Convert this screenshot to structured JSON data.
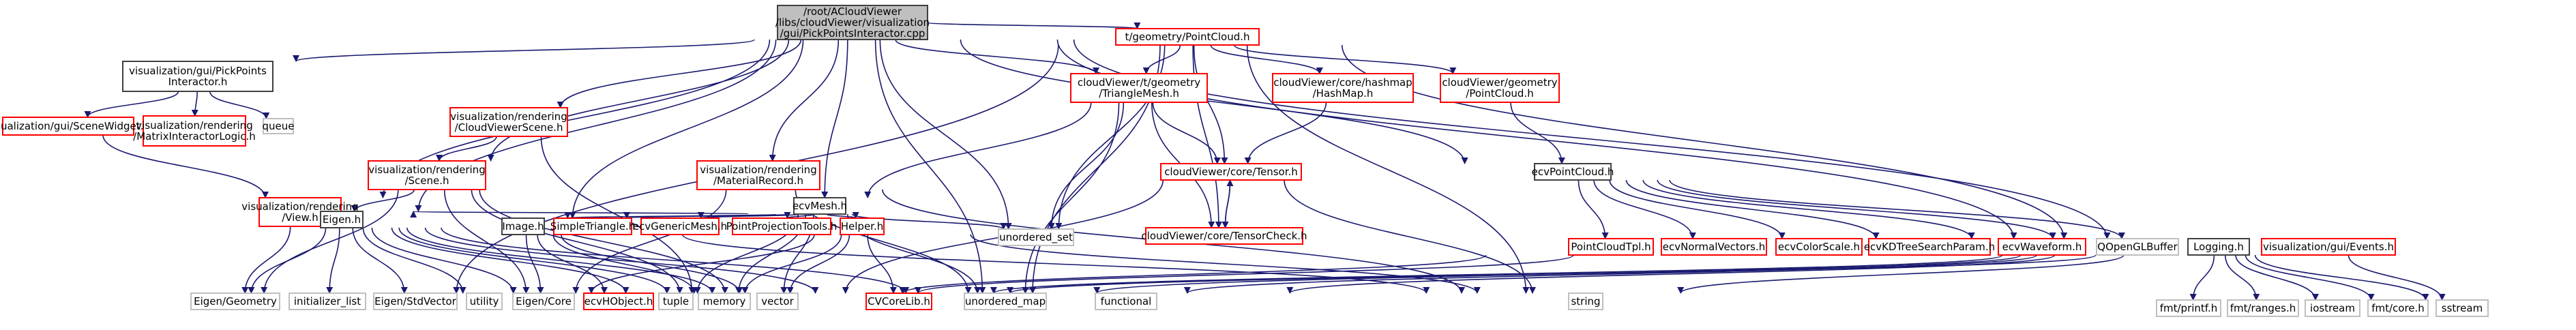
{
  "graph": {
    "type": "include-dependency-graph",
    "edge_color": "#191970",
    "legend_colors": {
      "root_fill": "#bfbfbf",
      "documented_border": "#404040",
      "truncated_border": "#ff0000",
      "external_border": "#bfbfbf"
    },
    "nodes": [
      {
        "id": "root",
        "kind": "root",
        "lines": [
          "/root/ACloudViewer",
          "/libs/cloudViewer/visualization",
          "/gui/PickPointsInteractor.cpp"
        ]
      },
      {
        "id": "pickpoints_h",
        "kind": "black",
        "lines": [
          "visualization/gui/PickPoints",
          "Interactor.h"
        ]
      },
      {
        "id": "scenewidget",
        "kind": "red",
        "lines": [
          "visualization/gui/SceneWidget.h"
        ]
      },
      {
        "id": "matrixinteractor",
        "kind": "red",
        "lines": [
          "visualization/rendering",
          "/MatrixInteractorLogic.h"
        ]
      },
      {
        "id": "queue",
        "kind": "gray",
        "lines": [
          "queue"
        ]
      },
      {
        "id": "view",
        "kind": "red",
        "lines": [
          "visualization/rendering",
          "/View.h"
        ]
      },
      {
        "id": "cvscene",
        "kind": "red",
        "lines": [
          "visualization/rendering",
          "/CloudViewerScene.h"
        ]
      },
      {
        "id": "scene",
        "kind": "red",
        "lines": [
          "visualization/rendering",
          "/Scene.h"
        ]
      },
      {
        "id": "eigen",
        "kind": "black",
        "lines": [
          "Eigen.h"
        ]
      },
      {
        "id": "material",
        "kind": "red",
        "lines": [
          "visualization/rendering",
          "/MaterialRecord.h"
        ]
      },
      {
        "id": "image",
        "kind": "black",
        "lines": [
          "Image.h"
        ]
      },
      {
        "id": "ecvmesh",
        "kind": "black",
        "lines": [
          "ecvMesh.h"
        ]
      },
      {
        "id": "simpletri",
        "kind": "red",
        "lines": [
          "SimpleTriangle.h"
        ]
      },
      {
        "id": "genericmesh",
        "kind": "red",
        "lines": [
          "ecvGenericMesh.h"
        ]
      },
      {
        "id": "pptools",
        "kind": "red",
        "lines": [
          "PointProjectionTools.h"
        ]
      },
      {
        "id": "helper",
        "kind": "red",
        "lines": [
          "Helper.h"
        ]
      },
      {
        "id": "tpointcloud",
        "kind": "red",
        "lines": [
          "t/geometry/PointCloud.h"
        ]
      },
      {
        "id": "trianglemesh",
        "kind": "red",
        "lines": [
          "cloudViewer/t/geometry",
          "/TriangleMesh.h"
        ]
      },
      {
        "id": "hashmap",
        "kind": "red",
        "lines": [
          "cloudViewer/core/hashmap",
          "/HashMap.h"
        ]
      },
      {
        "id": "geompc",
        "kind": "red",
        "lines": [
          "cloudViewer/geometry",
          "/PointCloud.h"
        ]
      },
      {
        "id": "tensor",
        "kind": "red",
        "lines": [
          "cloudViewer/core/Tensor.h"
        ]
      },
      {
        "id": "tensorcheck",
        "kind": "red",
        "lines": [
          "cloudViewer/core/TensorCheck.h"
        ]
      },
      {
        "id": "ecvpc",
        "kind": "black",
        "lines": [
          "ecvPointCloud.h"
        ]
      },
      {
        "id": "pctpl",
        "kind": "red",
        "lines": [
          "PointCloudTpl.h"
        ]
      },
      {
        "id": "normals",
        "kind": "red",
        "lines": [
          "ecvNormalVectors.h"
        ]
      },
      {
        "id": "colorscale",
        "kind": "red",
        "lines": [
          "ecvColorScale.h"
        ]
      },
      {
        "id": "kdparam",
        "kind": "red",
        "lines": [
          "ecvKDTreeSearchParam.h"
        ]
      },
      {
        "id": "waveform",
        "kind": "red",
        "lines": [
          "ecvWaveform.h"
        ]
      },
      {
        "id": "qglbuffer",
        "kind": "gray",
        "lines": [
          "QOpenGLBuffer"
        ]
      },
      {
        "id": "logging",
        "kind": "black",
        "lines": [
          "Logging.h"
        ]
      },
      {
        "id": "events",
        "kind": "red",
        "lines": [
          "visualization/gui/Events.h"
        ]
      },
      {
        "id": "unordered_set",
        "kind": "gray",
        "lines": [
          "unordered_set"
        ]
      },
      {
        "id": "eigen_geometry",
        "kind": "gray",
        "lines": [
          "Eigen/Geometry"
        ]
      },
      {
        "id": "initializer_list",
        "kind": "gray",
        "lines": [
          "initializer_list"
        ]
      },
      {
        "id": "eigen_stdvector",
        "kind": "gray",
        "lines": [
          "Eigen/StdVector"
        ]
      },
      {
        "id": "utility",
        "kind": "gray",
        "lines": [
          "utility"
        ]
      },
      {
        "id": "eigen_core",
        "kind": "gray",
        "lines": [
          "Eigen/Core"
        ]
      },
      {
        "id": "ecvhobject",
        "kind": "red",
        "lines": [
          "ecvHObject.h"
        ]
      },
      {
        "id": "tuple",
        "kind": "gray",
        "lines": [
          "tuple"
        ]
      },
      {
        "id": "memory",
        "kind": "gray",
        "lines": [
          "memory"
        ]
      },
      {
        "id": "vector",
        "kind": "gray",
        "lines": [
          "vector"
        ]
      },
      {
        "id": "cvcorelib",
        "kind": "red",
        "lines": [
          "CVCoreLib.h"
        ]
      },
      {
        "id": "unordered_map",
        "kind": "gray",
        "lines": [
          "unordered_map"
        ]
      },
      {
        "id": "functional",
        "kind": "gray",
        "lines": [
          "functional"
        ]
      },
      {
        "id": "string",
        "kind": "gray",
        "lines": [
          "string"
        ]
      },
      {
        "id": "fmt_printf",
        "kind": "gray",
        "lines": [
          "fmt/printf.h"
        ]
      },
      {
        "id": "fmt_ranges",
        "kind": "gray",
        "lines": [
          "fmt/ranges.h"
        ]
      },
      {
        "id": "iostream",
        "kind": "gray",
        "lines": [
          "iostream"
        ]
      },
      {
        "id": "fmt_core",
        "kind": "gray",
        "lines": [
          "fmt/core.h"
        ]
      },
      {
        "id": "sstream",
        "kind": "gray",
        "lines": [
          "sstream"
        ]
      }
    ],
    "edges": [
      [
        "root",
        "pickpoints_h"
      ],
      [
        "root",
        "view"
      ],
      [
        "root",
        "cvscene"
      ],
      [
        "root",
        "scene"
      ],
      [
        "root",
        "eigen"
      ],
      [
        "root",
        "material"
      ],
      [
        "root",
        "image"
      ],
      [
        "root",
        "ecvmesh"
      ],
      [
        "root",
        "tpointcloud"
      ],
      [
        "root",
        "trianglemesh"
      ],
      [
        "root",
        "unordered_set"
      ],
      [
        "root",
        "unordered_map"
      ],
      [
        "root",
        "ecvpc"
      ],
      [
        "root",
        "logging"
      ],
      [
        "root",
        "events"
      ],
      [
        "pickpoints_h",
        "scenewidget"
      ],
      [
        "pickpoints_h",
        "matrixinteractor"
      ],
      [
        "pickpoints_h",
        "queue"
      ],
      [
        "scenewidget",
        "view"
      ],
      [
        "view",
        "eigen_geometry"
      ],
      [
        "view",
        "eigen"
      ],
      [
        "cvscene",
        "scene"
      ],
      [
        "cvscene",
        "memory"
      ],
      [
        "scene",
        "eigen"
      ],
      [
        "scene",
        "eigen_geometry"
      ],
      [
        "scene",
        "memory"
      ],
      [
        "scene",
        "vector"
      ],
      [
        "scene",
        "eigen_core"
      ],
      [
        "eigen",
        "eigen_geometry"
      ],
      [
        "eigen",
        "initializer_list"
      ],
      [
        "eigen",
        "eigen_stdvector"
      ],
      [
        "eigen",
        "utility"
      ],
      [
        "eigen",
        "eigen_core"
      ],
      [
        "eigen",
        "tuple"
      ],
      [
        "eigen",
        "memory"
      ],
      [
        "eigen",
        "vector"
      ],
      [
        "eigen",
        "unordered_map"
      ],
      [
        "eigen",
        "cvcorelib"
      ],
      [
        "material",
        "eigen_core"
      ],
      [
        "material",
        "string"
      ],
      [
        "material",
        "unordered_map"
      ],
      [
        "image",
        "eigen_core"
      ],
      [
        "image",
        "ecvhobject"
      ],
      [
        "image",
        "memory"
      ],
      [
        "image",
        "vector"
      ],
      [
        "image",
        "string"
      ],
      [
        "ecvmesh",
        "image"
      ],
      [
        "ecvmesh",
        "simpletri"
      ],
      [
        "ecvmesh",
        "genericmesh"
      ],
      [
        "ecvmesh",
        "pptools"
      ],
      [
        "ecvmesh",
        "helper"
      ],
      [
        "ecvmesh",
        "unordered_set"
      ],
      [
        "ecvmesh",
        "unordered_map"
      ],
      [
        "ecvmesh",
        "memory"
      ],
      [
        "ecvmesh",
        "vector"
      ],
      [
        "ecvmesh",
        "eigen"
      ],
      [
        "ecvmesh",
        "tuple"
      ],
      [
        "helper",
        "cvcorelib"
      ],
      [
        "helper",
        "memory"
      ],
      [
        "helper",
        "vector"
      ],
      [
        "helper",
        "string"
      ],
      [
        "helper",
        "eigen_core"
      ],
      [
        "tpointcloud",
        "trianglemesh"
      ],
      [
        "tpointcloud",
        "hashmap"
      ],
      [
        "tpointcloud",
        "geompc"
      ],
      [
        "tpointcloud",
        "tensor"
      ],
      [
        "tpointcloud",
        "tensorcheck"
      ],
      [
        "tpointcloud",
        "unordered_set"
      ],
      [
        "tpointcloud",
        "string"
      ],
      [
        "tpointcloud",
        "unordered_map"
      ],
      [
        "tpointcloud",
        "initializer_list"
      ],
      [
        "tpointcloud",
        "logging"
      ],
      [
        "trianglemesh",
        "ecvmesh"
      ],
      [
        "trianglemesh",
        "tensor"
      ],
      [
        "trianglemesh",
        "tensorcheck"
      ],
      [
        "trianglemesh",
        "unordered_map"
      ],
      [
        "trianglemesh",
        "unordered_set"
      ],
      [
        "hashmap",
        "tensor"
      ],
      [
        "tensor",
        "tensorcheck"
      ],
      [
        "tensorcheck",
        "tensor"
      ],
      [
        "tensor",
        "string"
      ],
      [
        "tensor",
        "vector"
      ],
      [
        "geompc",
        "ecvpc"
      ],
      [
        "ecvpc",
        "pctpl"
      ],
      [
        "ecvpc",
        "normals"
      ],
      [
        "ecvpc",
        "colorscale"
      ],
      [
        "ecvpc",
        "kdparam"
      ],
      [
        "ecvpc",
        "waveform"
      ],
      [
        "ecvpc",
        "qglbuffer"
      ],
      [
        "ecvpc",
        "logging"
      ],
      [
        "pctpl",
        "vector"
      ],
      [
        "normals",
        "vector"
      ],
      [
        "logging",
        "fmt_printf"
      ],
      [
        "logging",
        "fmt_ranges"
      ],
      [
        "logging",
        "iostream"
      ],
      [
        "logging",
        "fmt_core"
      ],
      [
        "logging",
        "sstream"
      ],
      [
        "logging",
        "string"
      ],
      [
        "logging",
        "functional"
      ],
      [
        "logging",
        "vector"
      ],
      [
        "logging",
        "unordered_map"
      ],
      [
        "logging",
        "cvcorelib"
      ],
      [
        "events",
        "sstream"
      ],
      [
        "events",
        "vector"
      ]
    ]
  }
}
